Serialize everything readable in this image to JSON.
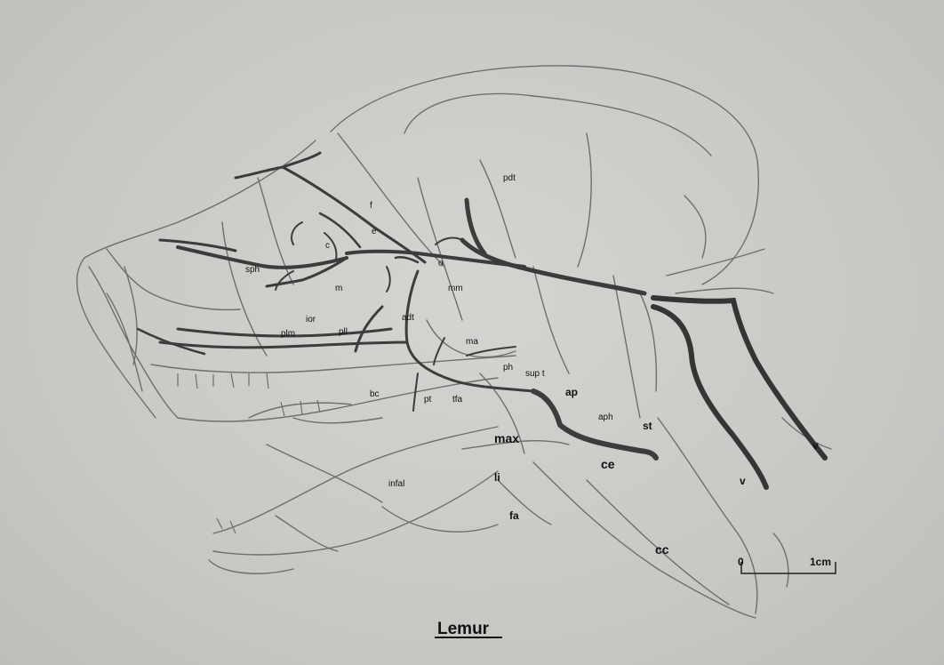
{
  "title": "Lemur",
  "scale_bar": {
    "start_label": "0",
    "end_label": "1cm"
  },
  "labels": {
    "f": "f",
    "e": "e",
    "c": "c",
    "sph": "sph",
    "m": "m",
    "o": "o",
    "mm": "mm",
    "pdt": "pdt",
    "ior": "ior",
    "plm": "plm",
    "pll": "pll",
    "adt": "adt",
    "ma": "ma",
    "ph": "ph",
    "supt": "sup t",
    "ap": "ap",
    "aph": "aph",
    "st": "st",
    "bc": "bc",
    "pt": "pt",
    "tfa": "tfa",
    "max": "max",
    "ce": "ce",
    "li": "li",
    "infal": "infal",
    "fa": "fa",
    "cc": "cc",
    "v1": "v",
    "v2": "v"
  },
  "colors": {
    "vessel": "#3c3c3c",
    "outline": "#6a6a6a",
    "text": "#111111",
    "background": "#c9c9c6"
  }
}
